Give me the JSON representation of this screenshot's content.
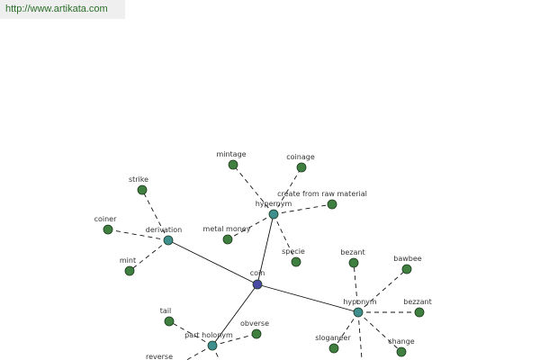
{
  "url": "http://www.artikata.com",
  "colors": {
    "center": "#4a4aa6",
    "relation": "#3f8f8f",
    "leaf": "#3f7f3f",
    "edge": "#111111"
  },
  "nodes": [
    {
      "id": "coin",
      "label": "coin",
      "kind": "center"
    },
    {
      "id": "hypernym",
      "label": "hypernym",
      "kind": "relation"
    },
    {
      "id": "derivation",
      "label": "derivation",
      "kind": "relation"
    },
    {
      "id": "hyponym",
      "label": "hyponym",
      "kind": "relation"
    },
    {
      "id": "part_holonym",
      "label": "part holonym",
      "kind": "relation"
    },
    {
      "id": "mintage",
      "label": "mintage",
      "kind": "leaf"
    },
    {
      "id": "coinage",
      "label": "coinage",
      "kind": "leaf"
    },
    {
      "id": "create",
      "label": "create from raw material",
      "kind": "leaf"
    },
    {
      "id": "metal_money",
      "label": "metal money",
      "kind": "leaf"
    },
    {
      "id": "specie",
      "label": "specie",
      "kind": "leaf"
    },
    {
      "id": "strike",
      "label": "strike",
      "kind": "leaf"
    },
    {
      "id": "coiner",
      "label": "coiner",
      "kind": "leaf"
    },
    {
      "id": "mint",
      "label": "mint",
      "kind": "leaf"
    },
    {
      "id": "bezant",
      "label": "bezant",
      "kind": "leaf"
    },
    {
      "id": "bawbee",
      "label": "bawbee",
      "kind": "leaf"
    },
    {
      "id": "bezzant",
      "label": "bezzant",
      "kind": "leaf"
    },
    {
      "id": "change",
      "label": "change",
      "kind": "leaf"
    },
    {
      "id": "sloganeer",
      "label": "sloganeer",
      "kind": "leaf"
    },
    {
      "id": "tail",
      "label": "tail",
      "kind": "leaf"
    },
    {
      "id": "obverse",
      "label": "obverse",
      "kind": "leaf"
    },
    {
      "id": "reverse",
      "label": "reverse",
      "kind": "leaf"
    }
  ],
  "edges": [
    {
      "from": "coin",
      "to": "hypernym",
      "style": "solid"
    },
    {
      "from": "coin",
      "to": "derivation",
      "style": "solid"
    },
    {
      "from": "coin",
      "to": "hyponym",
      "style": "solid"
    },
    {
      "from": "coin",
      "to": "part_holonym",
      "style": "solid"
    },
    {
      "from": "hypernym",
      "to": "mintage",
      "style": "dashed"
    },
    {
      "from": "hypernym",
      "to": "coinage",
      "style": "dashed"
    },
    {
      "from": "hypernym",
      "to": "create",
      "style": "dashed"
    },
    {
      "from": "hypernym",
      "to": "metal_money",
      "style": "dashed"
    },
    {
      "from": "hypernym",
      "to": "specie",
      "style": "dashed"
    },
    {
      "from": "derivation",
      "to": "strike",
      "style": "dashed"
    },
    {
      "from": "derivation",
      "to": "coiner",
      "style": "dashed"
    },
    {
      "from": "derivation",
      "to": "mint",
      "style": "dashed"
    },
    {
      "from": "hyponym",
      "to": "bezant",
      "style": "dashed"
    },
    {
      "from": "hyponym",
      "to": "bawbee",
      "style": "dashed"
    },
    {
      "from": "hyponym",
      "to": "bezzant",
      "style": "dashed"
    },
    {
      "from": "hyponym",
      "to": "change",
      "style": "dashed"
    },
    {
      "from": "hyponym",
      "to": "sloganeer",
      "style": "dashed"
    },
    {
      "from": "hyponym",
      "to": "off_bottom_a",
      "style": "dashed"
    },
    {
      "from": "part_holonym",
      "to": "tail",
      "style": "dashed"
    },
    {
      "from": "part_holonym",
      "to": "obverse",
      "style": "dashed"
    },
    {
      "from": "part_holonym",
      "to": "reverse",
      "style": "dashed"
    },
    {
      "from": "part_holonym",
      "to": "off_bottom_b",
      "style": "dashed"
    }
  ]
}
